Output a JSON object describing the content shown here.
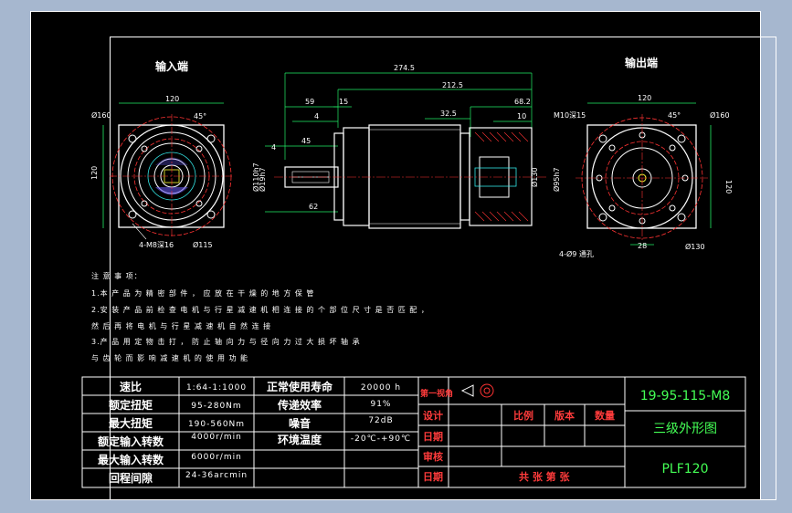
{
  "views": {
    "input_end_label": "输入端",
    "output_end_label": "输出端"
  },
  "dims": {
    "in_width": "120",
    "in_height": "120",
    "in_bolt_circle": "Ø160",
    "in_angle": "45°",
    "in_holes": "4-M8深16",
    "in_pcd": "Ø115",
    "total_len": "274.5",
    "body_len": "212.5",
    "out_len": "68.2",
    "d59": "59",
    "d15": "15",
    "d4": "4",
    "d45": "45",
    "d32_5": "32.5",
    "d10": "10",
    "d62": "62",
    "d4b": "4",
    "shaft_d1": "Ø19h7",
    "shaft_d2": "Ø110h7",
    "flange_d1": "Ø130",
    "flange_d2": "Ø95h7",
    "out_width": "120",
    "out_height": "120",
    "out_holes1": "M10深15",
    "out_diam": "Ø160",
    "out_angle": "45°",
    "out_holes2": "4-Ø9 通孔",
    "out_d28": "28",
    "out_pcd": "Ø130"
  },
  "notes": [
    "注 意 事 项：",
    "1.本 产 品 为 精 密 部 件 ， 应 放 在 干 燥 的 地 方 保 管",
    "2.安 装 产 品 前 检 查 电 机 与 行 星 减 速 机 相 连 接 的 个 部 位 尺 寸 是 否 匹 配 ，",
    "然 后 再 将 电 机 与 行 星 减 速 机 自 然 连 接",
    "3.产 品 用 定 物 击 打 ， 防 止 轴 向 力 与 径 向 力 过 大 损 坏 轴 承",
    "与 齿 轮 而 影 响 减 速 机 的 使 用 功 能"
  ],
  "specs": [
    {
      "label": "速比",
      "value": "1:64-1:1000"
    },
    {
      "label": "额定扭矩",
      "value": "95-280Nm"
    },
    {
      "label": "最大扭矩",
      "value": "190-560Nm"
    },
    {
      "label": "额定输入转数",
      "value": "4000r/min"
    },
    {
      "label": "最大输入转数",
      "value": "6000r/min"
    },
    {
      "label": "回程间隙",
      "value": "24-36arcmin"
    }
  ],
  "specs2": [
    {
      "label": "正常使用寿命",
      "value": "20000 h"
    },
    {
      "label": "传递效率",
      "value": "91%"
    },
    {
      "label": "噪音",
      "value": "72dB"
    },
    {
      "label": "环境温度",
      "value": "-20℃-+90℃"
    }
  ],
  "title_block": {
    "projection": "第一视角",
    "design": "设计",
    "date1": "日期",
    "review": "审核",
    "date2": "日期",
    "scale": "比例",
    "version": "版本",
    "quantity": "数量",
    "sheets": "共    张    第    张",
    "drawing_no": "19-95-115-M8",
    "drawing_name": "三级外形图",
    "model": "PLF120"
  },
  "colors": {
    "background": "#000000",
    "line": "#ffffff",
    "red_center": "#ff3333",
    "dim_green": "#22ee66",
    "cyan": "#33e6e6",
    "yellow": "#ffff33",
    "magenta": "#ff33ff"
  }
}
